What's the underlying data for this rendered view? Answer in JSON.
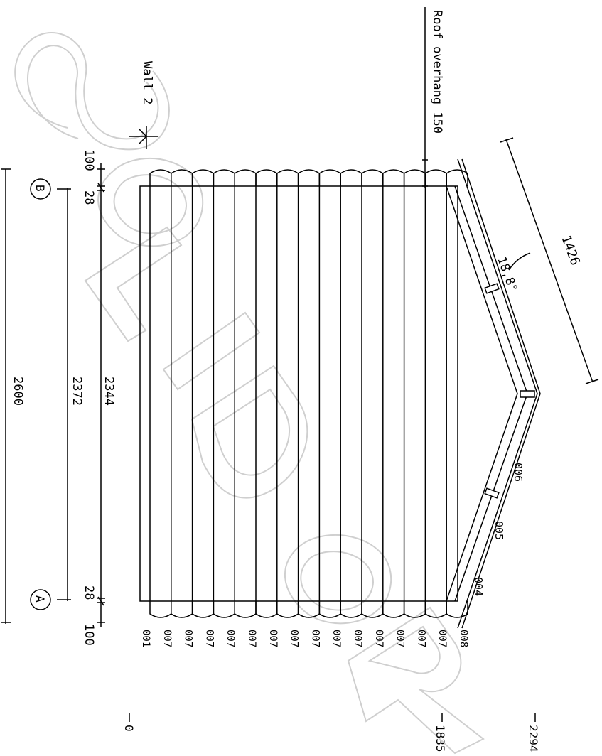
{
  "labels": {
    "wall": "Wall  2",
    "roof_overhang": "Roof overhang 150",
    "rafter_length": "1426",
    "roof_angle": "18,8°",
    "axis_b": "B",
    "axis_a": "A",
    "dims_left": {
      "overall": "2600",
      "axes": "2372",
      "walls": "2344",
      "end_top": "100",
      "end_bottom": "100",
      "corner_top": "28",
      "corner_bottom": "28"
    },
    "gable_boards": [
      "004",
      "005",
      "006"
    ],
    "log_codes": [
      "008",
      "007",
      "007",
      "007",
      "007",
      "007",
      "007",
      "007",
      "007",
      "007",
      "007",
      "007",
      "007",
      "007",
      "007",
      "001"
    ],
    "levels": [
      "0",
      "1835",
      "2294"
    ]
  },
  "watermark": "SOLIDOR",
  "colors": {
    "line": "#000000",
    "watermark": "#cfcfcf"
  }
}
